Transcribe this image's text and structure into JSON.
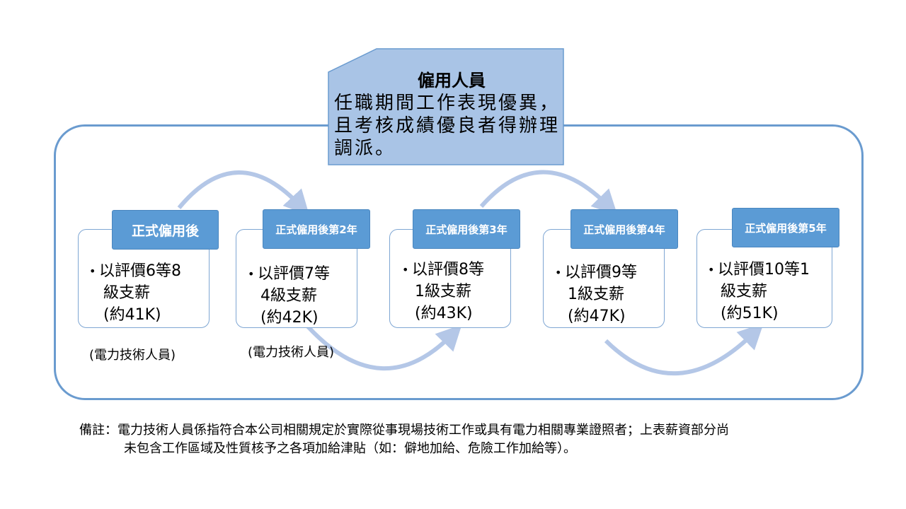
{
  "callout": {
    "title": "僱用人員",
    "lines": [
      "任職期間工作表現優異，",
      "且考核成績優良者得辦理",
      "調派。"
    ]
  },
  "stages": [
    {
      "tag": "正式僱用後",
      "lines": [
        "以評價6等8",
        "級支薪",
        "(約41K)"
      ]
    },
    {
      "tag": "正式僱用後第2年",
      "lines": [
        "以評價7等",
        "4級支薪",
        "(約42K)"
      ]
    },
    {
      "tag": "正式僱用後第3年",
      "lines": [
        "以評價8等",
        "1級支薪",
        "(約43K)"
      ]
    },
    {
      "tag": "正式僱用後第4年",
      "lines": [
        "以評價9等",
        "1級支薪",
        "(約47K)"
      ]
    },
    {
      "tag": "正式僱用後第5年",
      "lines": [
        "以評價10等1",
        "級支薪",
        "(約51K)"
      ]
    }
  ],
  "stage_notes": [
    "(電力技術人員)",
    "(電力技術人員)"
  ],
  "footnote": {
    "line1": "備註：電力技術人員係指符合本公司相關規定於實際從事現場技術工作或具有電力相關專業證照者；上表薪資部分尚",
    "line2": "未包含工作區域及性質核予之各項加給津貼（如：僻地加給、危險工作加給等）。"
  },
  "colors": {
    "frame": "#6a9bcf",
    "tag_fill": "#5b9bd5",
    "callout_fill": "#a9c4e6",
    "arrow": "#b4c7e7"
  }
}
